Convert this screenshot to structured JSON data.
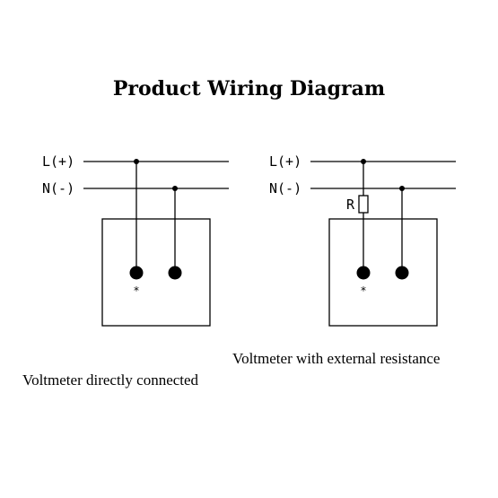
{
  "title": "Product Wiring Diagram",
  "colors": {
    "line": "#000000",
    "background": "#ffffff"
  },
  "diagrams": [
    {
      "labels": {
        "live": "L(+)",
        "neutral": "N(-)",
        "terminal_mark": "*"
      },
      "caption": "Voltmeter directly connected"
    },
    {
      "labels": {
        "live": "L(+)",
        "neutral": "N(-)",
        "terminal_mark": "*",
        "resistor": "R"
      },
      "caption": "Voltmeter with external resistance"
    }
  ]
}
